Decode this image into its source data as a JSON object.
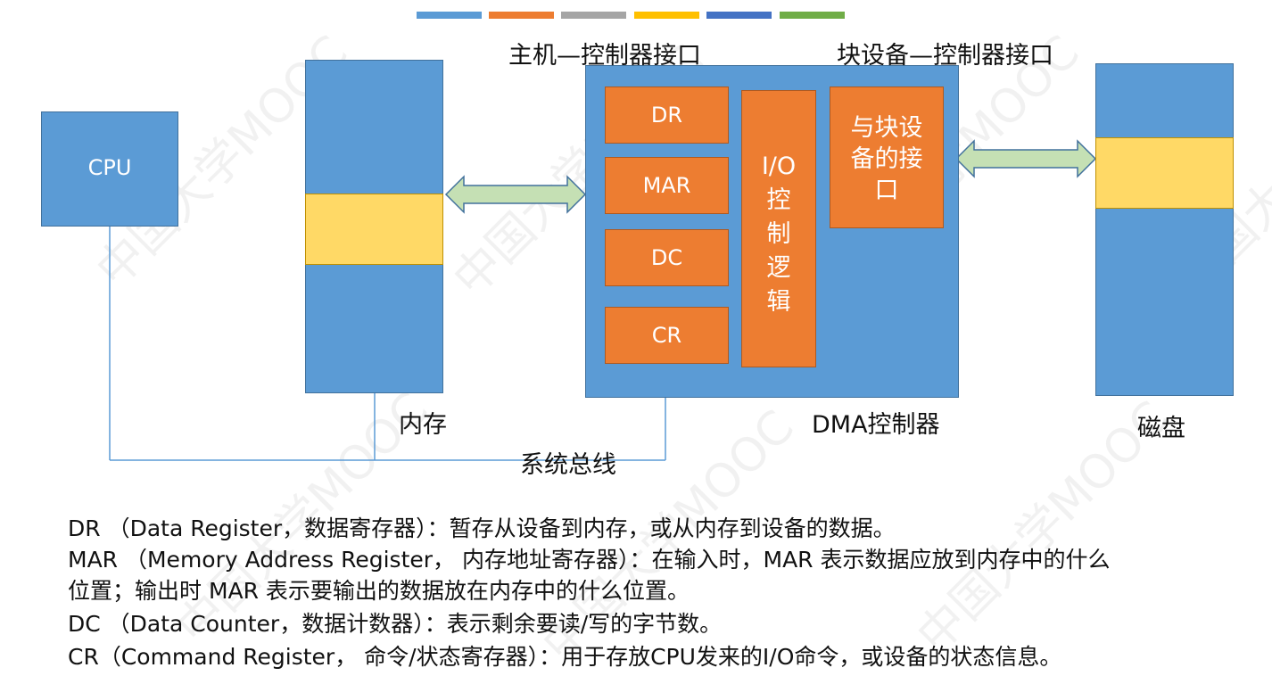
{
  "colors": {
    "blue": "#5b9bd5",
    "orange": "#ed7d31",
    "yellow": "#ffd966",
    "gray": "#a5a5a5",
    "green": "#70ad47",
    "dark_blue": "#4472c4",
    "arrow_fill": "#c5e0b4"
  },
  "captions": {
    "host_interface": "主机—控制器接口",
    "block_interface": "块设备—控制器接口",
    "memory": "内存",
    "dma": "DMA控制器",
    "disk": "磁盘",
    "system_bus": "系统总线"
  },
  "blocks": {
    "cpu": "CPU",
    "dr": "DR",
    "mar": "MAR",
    "dc": "DC",
    "cr": "CR",
    "io_logic": [
      "I/O",
      "控",
      "制",
      "逻",
      "辑"
    ],
    "device_interface": [
      "与块设",
      "备的接",
      "口"
    ]
  },
  "notes": [
    "DR （Data Register，数据寄存器）：暂存从设备到内存，或从内存到设备的数据。",
    "MAR （Memory Address Register， 内存地址寄存器）：在输入时，MAR 表示数据应放到内存中的什么",
    "位置；输出时 MAR 表示要输出的数据放在内存中的什么位置。",
    "DC （Data Counter，数据计数器）：表示剩余要读/写的字节数。",
    "CR（Command Register， 命令/状态寄存器）：用于存放CPU发来的I/O命令，或设备的状态信息。"
  ],
  "watermark": "中国大学MOOC"
}
